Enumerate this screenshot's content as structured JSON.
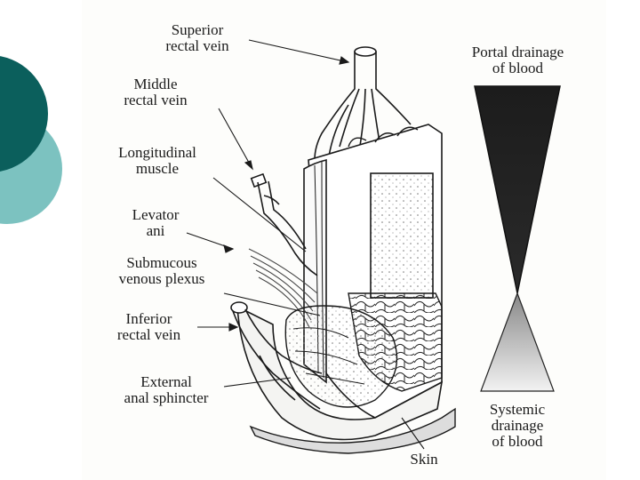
{
  "labels": {
    "superior": "Superior\nrectal vein",
    "middle": "Middle\nrectal vein",
    "longitudinal": "Longitudinal\nmuscle",
    "levator": "Levator\nani",
    "submucous": "Submucous\nvenous plexus",
    "inferior": "Inferior\nrectal vein",
    "external": "External\nanal sphincter",
    "skin": "Skin",
    "portal": "Portal drainage\nof blood",
    "systemic": "Systemic\ndrainage\nof blood"
  },
  "colors": {
    "accent_dark": "#0b5f5c",
    "accent_light": "#7cc2c0",
    "ink": "#1a1a1a",
    "plexus_fill": "#e9e9e6"
  }
}
